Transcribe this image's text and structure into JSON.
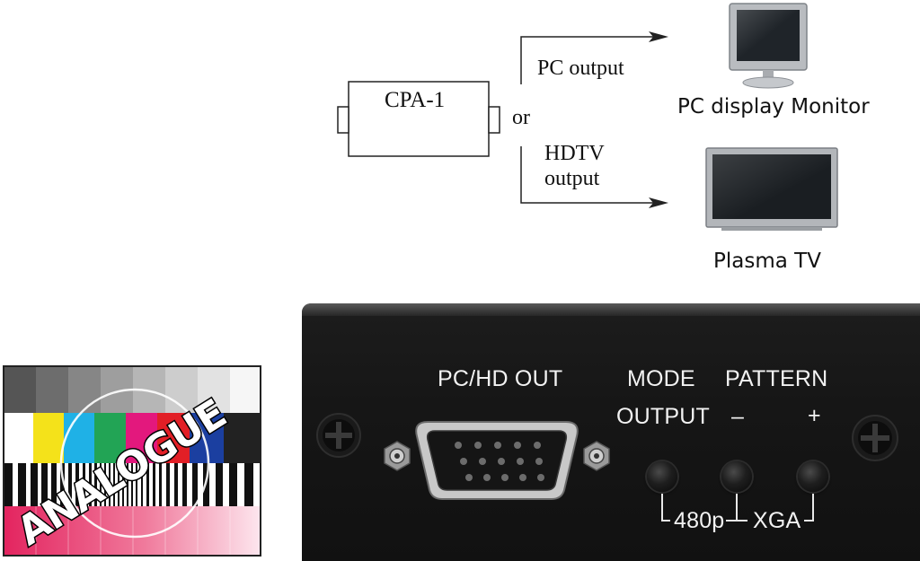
{
  "diagram": {
    "device_label": "CPA-1",
    "or_label": "or",
    "pc_output_label": "PC output",
    "hdtv_output_line1": "HDTV",
    "hdtv_output_line2": "output",
    "monitor_label": "PC display Monitor",
    "tv_label": "Plasma TV"
  },
  "panel": {
    "pc_hd_out_label": "PC/HD OUT",
    "mode_label": "MODE",
    "output_label": "OUTPUT",
    "pattern_label": "PATTERN",
    "minus_label": "–",
    "plus_label": "+",
    "res_480p_label": "480p",
    "res_xga_label": "XGA"
  },
  "testcard": {
    "badge_text": "ANALOGUE"
  }
}
